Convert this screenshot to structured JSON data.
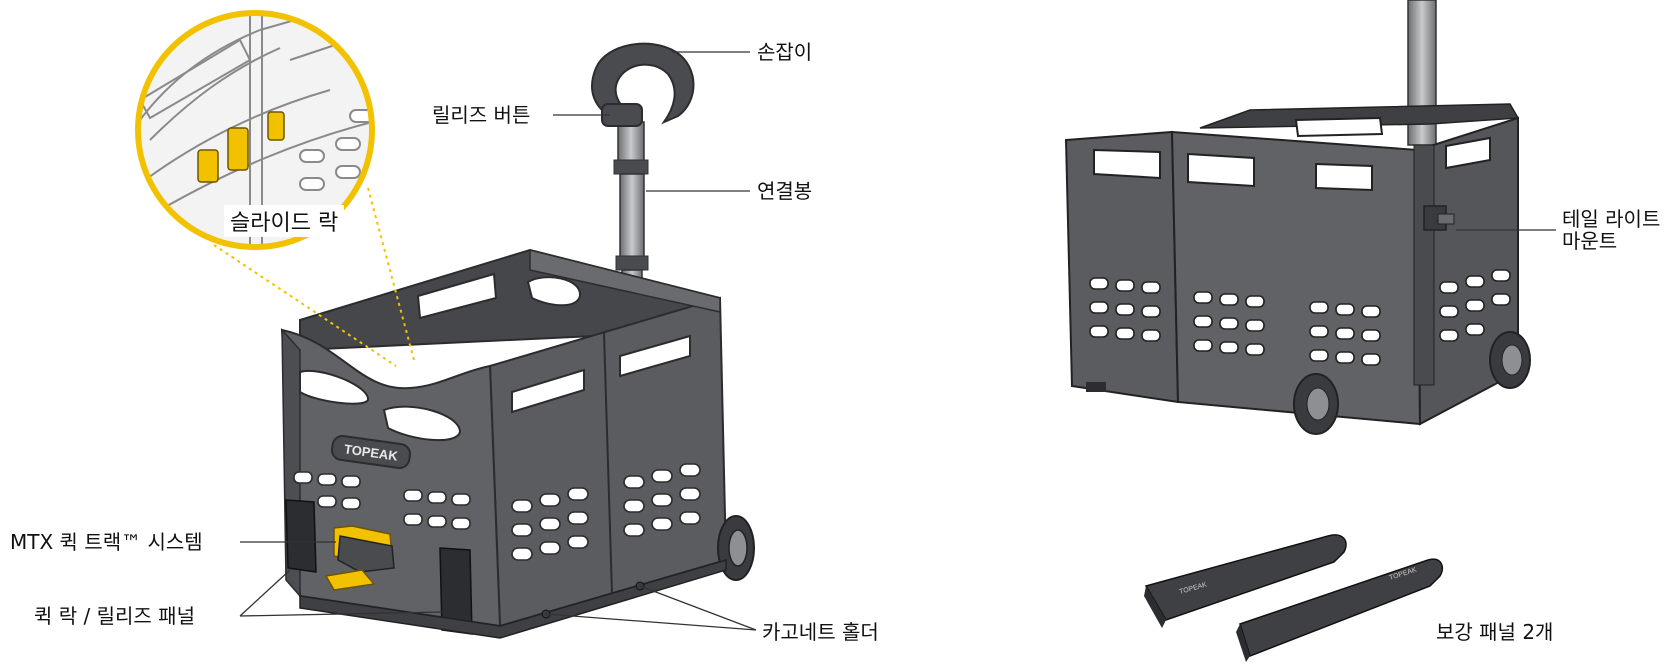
{
  "colors": {
    "body": "#5b5c5f",
    "body_dark": "#3f4043",
    "body_light": "#7a7b7e",
    "accent": "#f2c200",
    "leader": "#333333"
  },
  "callouts": {
    "handle": "손잡이",
    "release_button": "릴리즈 버튼",
    "connecting_rod": "연결봉",
    "slide_lock": "슬라이드 락",
    "mtx_system": "MTX 퀵 트랙™ 시스템",
    "quick_lock_panel": "퀵 락 / 릴리즈 패널",
    "cargo_net_holder": "카고네트 홀더",
    "tail_light_mount_line1": "테일 라이트",
    "tail_light_mount_line2": "마운트",
    "reinforcement_panels": "보강 패널 2개"
  },
  "brand": {
    "logo": "TOPEAK"
  }
}
